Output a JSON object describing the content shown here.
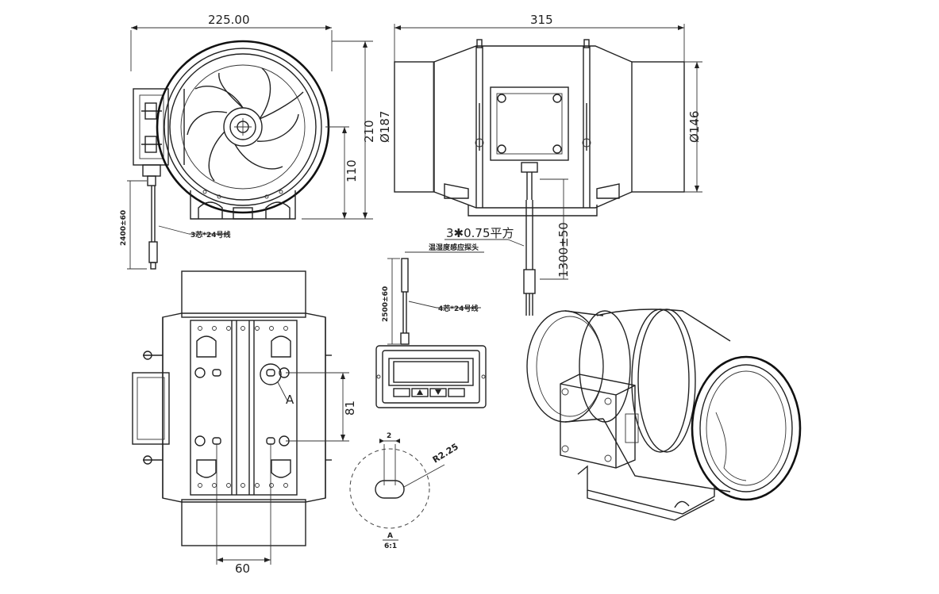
{
  "dimensions": {
    "front_width": "225.00",
    "side_length": "315",
    "overall_height": "210",
    "outer_diameter": "Ø187",
    "duct_diameter": "Ø146",
    "axis_height": "110",
    "controller_cable_length": "2400±60",
    "power_cable_length": "1300±50",
    "sensor_cable_length": "2500±60",
    "mount_hole_spacing_vertical": "81",
    "mount_hole_spacing_horizontal": "60",
    "slot_width": "2",
    "slot_radius": "R2.25"
  },
  "labels": {
    "controller_wire": "3芯*24号线",
    "power_wire": "3✱0.75平方",
    "sensor_probe": "温湿度感应探头",
    "sensor_wire": "4芯*24号线",
    "detail_ref": "A",
    "detail_title": "A",
    "detail_scale": "6:1"
  }
}
